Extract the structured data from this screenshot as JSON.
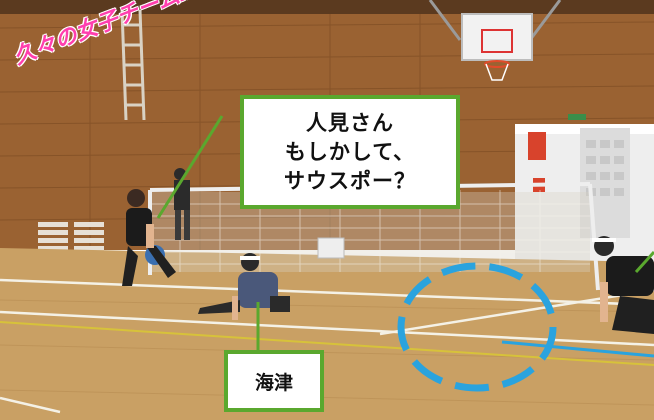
{
  "overlay": {
    "title_text": "久々の女子チーム‼",
    "title_color": "#ff3fae",
    "caption_hitomi_lines": [
      "人見さん",
      "もしかして、",
      "サウスポー？"
    ],
    "caption_kaizu": "海津",
    "caption_border_color": "#5aa82e",
    "highlight_circle_color": "#2aa3de"
  },
  "scene": {
    "setting": "indoor-gym-goalball-court",
    "floor_color": "#c9a064",
    "wall_color": "#9a6232"
  }
}
